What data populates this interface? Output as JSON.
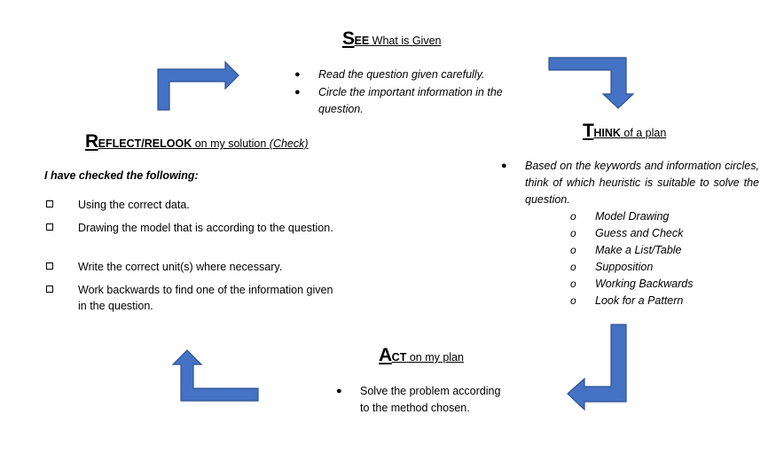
{
  "see": {
    "initial": "S",
    "caps": "EE",
    "rest_a": " What ",
    "rest_is": "is",
    "rest_b": " Given",
    "bullets": [
      "Read the question given carefully.",
      "Circle the important information in the question."
    ]
  },
  "think": {
    "initial": "T",
    "caps": "HINK",
    "rest": " of a plan",
    "bullet": "Based on the keywords and information circles, think of which heuristic is suitable to solve the question.",
    "heuristics": [
      "Model Drawing",
      "Guess and Check",
      "Make a List/Table",
      "Supposition",
      "Working Backwards",
      "Look for a Pattern"
    ]
  },
  "act": {
    "initial": "A",
    "caps": "CT",
    "rest": " on my plan",
    "bullet": "Solve the problem according to the method chosen."
  },
  "reflect": {
    "initial": "R",
    "caps": "EFLECT/RELOOK",
    "rest": " on my solution ",
    "check": "(Check)",
    "intro": "I have checked the following:",
    "items": [
      "Using the correct data.",
      "Drawing the model that is according to the question.",
      "Write the correct unit(s) where necessary.",
      "Work backwards to find one of the information given in the question."
    ]
  },
  "colors": {
    "arrow_fill": "#4472c4",
    "arrow_stroke": "#2f528f"
  },
  "icons": [
    "bullet-dot",
    "circle-bullet",
    "checkbox-square",
    "bent-arrow"
  ]
}
